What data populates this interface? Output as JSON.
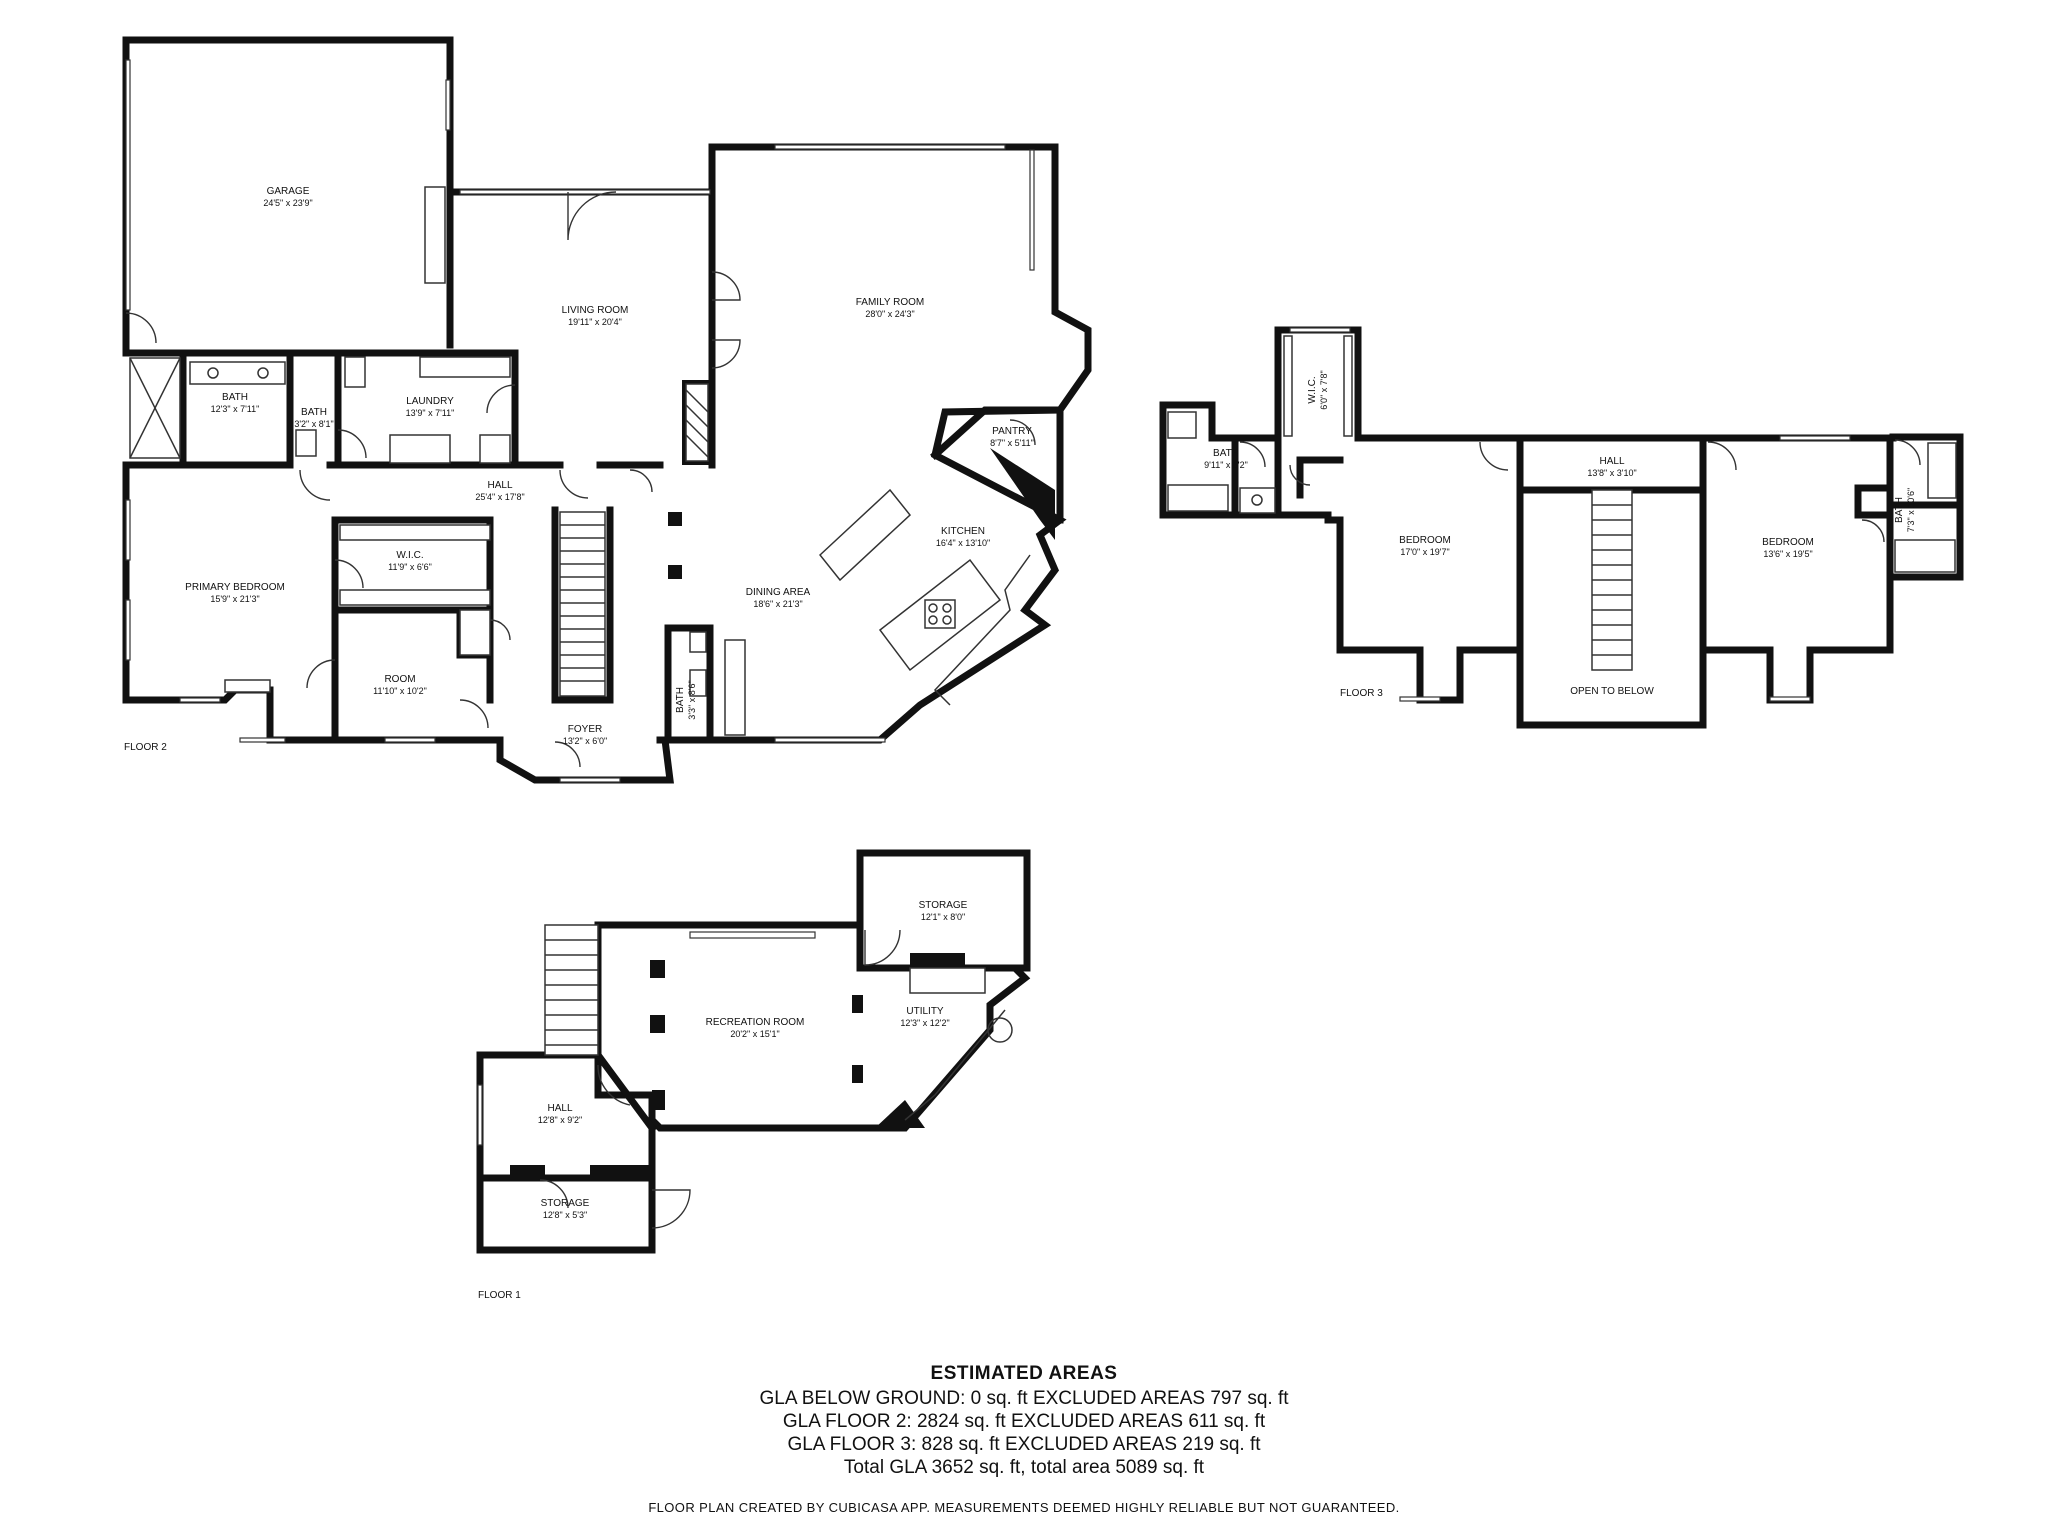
{
  "floor2": {
    "label": "FLOOR 2",
    "rooms": {
      "garage": {
        "name": "GARAGE",
        "dim": "24'5\" x 23'9\""
      },
      "living_room": {
        "name": "LIVING ROOM",
        "dim": "19'11\" x 20'4\""
      },
      "family_room": {
        "name": "FAMILY ROOM",
        "dim": "28'0\" x 24'3\""
      },
      "bath_main": {
        "name": "BATH",
        "dim": "12'3\" x 7'11\""
      },
      "bath_small": {
        "name": "BATH",
        "dim": "3'2\" x 8'1\""
      },
      "laundry": {
        "name": "LAUNDRY",
        "dim": "13'9\" x 7'11\""
      },
      "pantry": {
        "name": "PANTRY",
        "dim": "8'7\" x 5'11\""
      },
      "hall": {
        "name": "HALL",
        "dim": "25'4\" x 17'8\""
      },
      "kitchen": {
        "name": "KITCHEN",
        "dim": "16'4\" x 13'10\""
      },
      "primary_bedroom": {
        "name": "PRIMARY BEDROOM",
        "dim": "15'9\" x 21'3\""
      },
      "wic": {
        "name": "W.I.C.",
        "dim": "11'9\" x 6'6\""
      },
      "dining_area": {
        "name": "DINING AREA",
        "dim": "18'6\" x 21'3\""
      },
      "room": {
        "name": "ROOM",
        "dim": "11'10\" x 10'2\""
      },
      "bath_foyer": {
        "name": "BATH",
        "dim": "3'3\" x 8'6\""
      },
      "foyer": {
        "name": "FOYER",
        "dim": "13'2\" x 6'0\""
      }
    }
  },
  "floor3": {
    "label": "FLOOR 3",
    "rooms": {
      "wic": {
        "name": "W.I.C.",
        "dim": "6'0\" x 7'8\""
      },
      "bath_left": {
        "name": "BATH",
        "dim": "9'11\" x 8'2\""
      },
      "hall": {
        "name": "HALL",
        "dim": "13'8\" x 3'10\""
      },
      "bedroom_left": {
        "name": "BEDROOM",
        "dim": "17'0\" x 19'7\""
      },
      "bedroom_right": {
        "name": "BEDROOM",
        "dim": "13'6\" x 19'5\""
      },
      "bath_right": {
        "name": "BATH",
        "dim": "7'3\" x 10'6\""
      },
      "open_to_below": {
        "name": "OPEN TO BELOW"
      }
    }
  },
  "floor1": {
    "label": "FLOOR 1",
    "rooms": {
      "storage_top": {
        "name": "STORAGE",
        "dim": "12'1\" x 8'0\""
      },
      "recreation_room": {
        "name": "RECREATION ROOM",
        "dim": "20'2\" x 15'1\""
      },
      "utility": {
        "name": "UTILITY",
        "dim": "12'3\" x 12'2\""
      },
      "hall": {
        "name": "HALL",
        "dim": "12'8\" x 9'2\""
      },
      "storage_bottom": {
        "name": "STORAGE",
        "dim": "12'8\" x 5'3\""
      }
    }
  },
  "areas": {
    "title": "ESTIMATED AREAS",
    "lines": [
      "GLA BELOW GROUND: 0 sq. ft EXCLUDED AREAS 797 sq. ft",
      "GLA FLOOR 2: 2824 sq. ft EXCLUDED AREAS 611 sq. ft",
      "GLA FLOOR 3: 828 sq. ft EXCLUDED AREAS 219 sq. ft",
      "Total GLA 3652 sq. ft, total area 5089 sq. ft"
    ]
  },
  "disclaimer": "FLOOR PLAN CREATED BY CUBICASA APP. MEASUREMENTS DEEMED HIGHLY RELIABLE BUT NOT GUARANTEED."
}
